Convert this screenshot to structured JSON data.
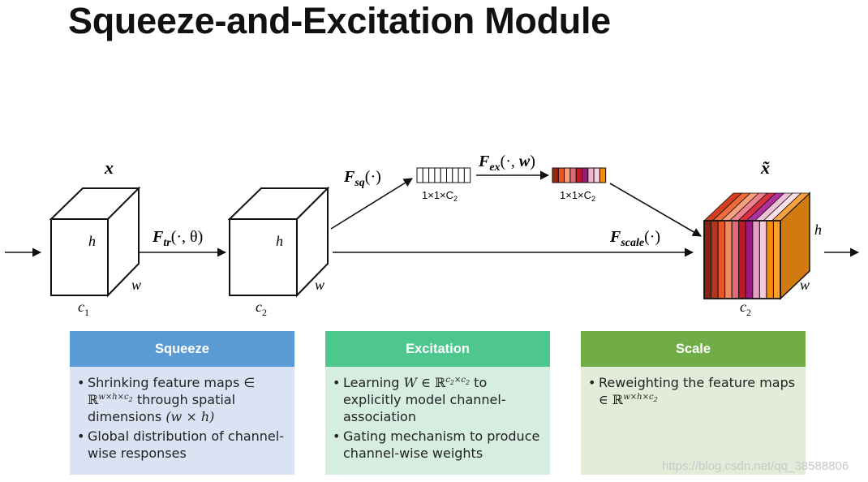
{
  "title": "Squeeze-and-Excitation Module",
  "diagram": {
    "x_label": "x",
    "x_tilde_label": "x̃",
    "cube1": {
      "h": "h",
      "w": "w",
      "c": "c",
      "c_sub": "1"
    },
    "cube2": {
      "h": "h",
      "w": "w",
      "c": "c",
      "c_sub": "2"
    },
    "cube3": {
      "h": "h",
      "w": "w",
      "c": "c",
      "c_sub": "2"
    },
    "f_tr": {
      "f": "F",
      "sub": "tr",
      "args": "(·, θ)"
    },
    "f_sq": {
      "f": "F",
      "sub": "sq",
      "args": "(·)"
    },
    "f_ex": {
      "f": "F",
      "sub": "ex",
      "args": "(·, w)"
    },
    "f_scale": {
      "f": "F",
      "sub": "scale",
      "args": "(·)"
    },
    "vec1_label": {
      "main": "1×1×C",
      "sub": "2"
    },
    "vec2_label": {
      "main": "1×1×C",
      "sub": "2"
    },
    "vector_colors": [
      "#9a2a0f",
      "#e8552a",
      "#f6a07a",
      "#e06a78",
      "#c0182a",
      "#9c1a7e",
      "#f0b4d0",
      "#fad0dc",
      "#f58a10"
    ],
    "cube3_slice_colors": [
      "#8a2410",
      "#b8341c",
      "#e8552a",
      "#f28a60",
      "#e06a78",
      "#c0182a",
      "#9c1a7e",
      "#e0a0c8",
      "#f8c8d8",
      "#f58a10",
      "#f6a030"
    ],
    "cube3_side_color": "#d07a10",
    "cube3_top_colors": [
      "#d4401e",
      "#f06a3a",
      "#f8a080",
      "#f0808c",
      "#d83040",
      "#b030a0",
      "#f0c0d8",
      "#fde0e8",
      "#f8a040"
    ]
  },
  "boxes": [
    {
      "header": "Squeeze",
      "header_color": "#5b9bd5",
      "body_color": "#dae3f3",
      "b1_text1": "Shrinking feature maps ∈",
      "b1_R": "ℝ",
      "b1_sup1": "w×h×c",
      "b1_sup2": "2",
      "b1_text2": " through spatial",
      "b1_text3": "dimensions ",
      "b1_math": "(w × h)",
      "b2": "Global distribution of channel-wise responses"
    },
    {
      "header": "Excitation",
      "header_color": "#4dc78e",
      "body_color": "#d6ede1",
      "b1_text1": "Learning ",
      "b1_W": "W",
      "b1_in": " ∈ ℝ",
      "b1_sup1": "c",
      "b1_sup2": "2",
      "b1_sup3": "×c",
      "b1_sup4": "2",
      "b1_text2": " to",
      "b1_text3": "explicitly model channel-association",
      "b2": "Gating mechanism to produce channel-wise weights"
    },
    {
      "header": "Scale",
      "header_color": "#70ad47",
      "body_color": "#e2ecd9",
      "b1_text1": "Reweighting the feature maps",
      "b1_in": "∈ ℝ",
      "b1_sup1": "w×h×c",
      "b1_sup2": "2"
    }
  ],
  "watermark": "https://blog.csdn.net/qq_38588806"
}
